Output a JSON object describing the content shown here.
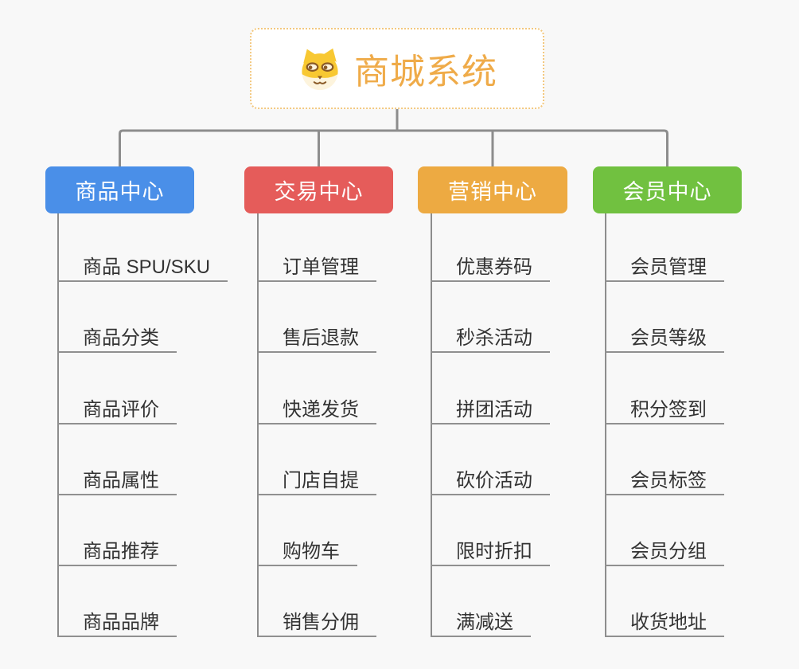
{
  "root": {
    "title": "商城系统",
    "icon": "doge-icon"
  },
  "branches": [
    {
      "label": "商品中心",
      "color": "#4a8fe8",
      "items": [
        "商品 SPU/SKU",
        "商品分类",
        "商品评价",
        "商品属性",
        "商品推荐",
        "商品品牌"
      ]
    },
    {
      "label": "交易中心",
      "color": "#e55c5a",
      "items": [
        "订单管理",
        "售后退款",
        "快递发货",
        "门店自提",
        "购物车",
        "销售分佣"
      ]
    },
    {
      "label": "营销中心",
      "color": "#edaa42",
      "items": [
        "优惠券码",
        "秒杀活动",
        "拼团活动",
        "砍价活动",
        "限时折扣",
        "满减送"
      ]
    },
    {
      "label": "会员中心",
      "color": "#71c140",
      "items": [
        "会员管理",
        "会员等级",
        "积分签到",
        "会员标签",
        "会员分组",
        "收货地址"
      ]
    }
  ],
  "colors": {
    "background": "#f8f8f8",
    "connector": "#8d8d8d",
    "root_border": "#f3c87f",
    "root_text": "#efab49",
    "leaf_text": "#333333",
    "leaf_underline": "#909090"
  }
}
